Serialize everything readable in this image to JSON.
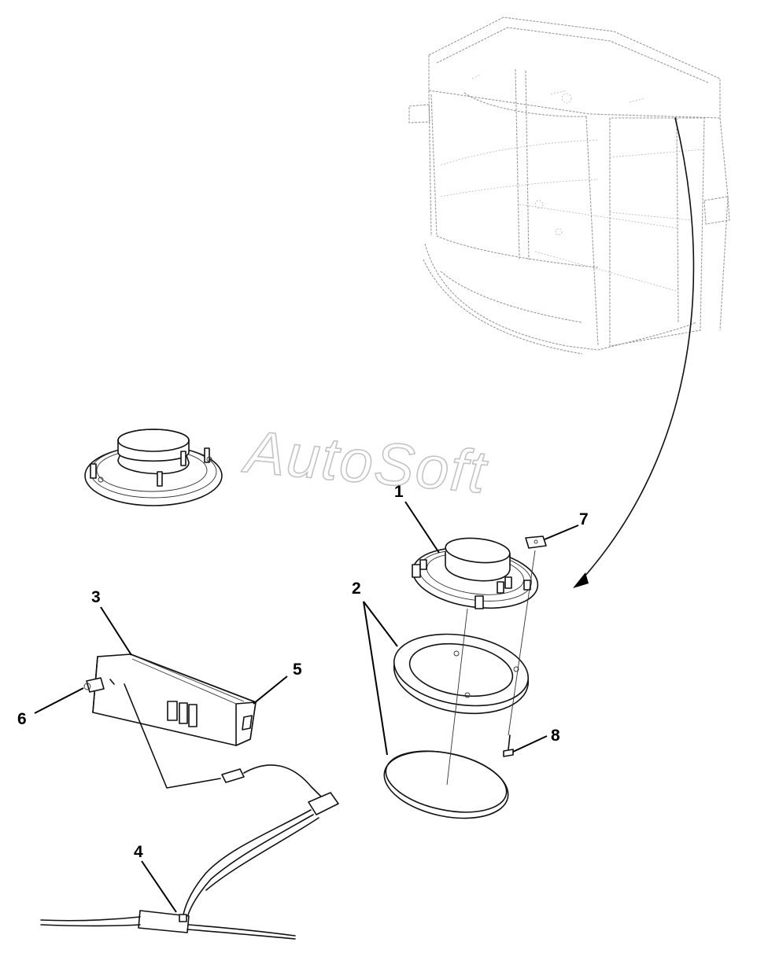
{
  "watermark": "AutoSoft",
  "callouts": [
    {
      "id": "1",
      "label": "1"
    },
    {
      "id": "2",
      "label": "2"
    },
    {
      "id": "3",
      "label": "3"
    },
    {
      "id": "4",
      "label": "4"
    },
    {
      "id": "5",
      "label": "5"
    },
    {
      "id": "6",
      "label": "6"
    },
    {
      "id": "7",
      "label": "7"
    },
    {
      "id": "8",
      "label": "8"
    }
  ],
  "colors": {
    "line": "#111111",
    "cab": "#9a9a9a",
    "watermark": "#c4c4c4",
    "background": "#ffffff"
  }
}
